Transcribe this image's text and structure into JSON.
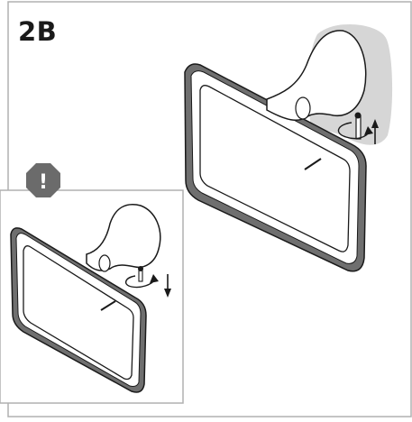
{
  "step": {
    "label": "2B"
  },
  "warning_badge": {
    "symbol": "!",
    "icon": "warning-octagon-icon"
  },
  "illustrations": {
    "main": {
      "description_icon": "towel-ring-install-icon",
      "arrow_direction": "up"
    },
    "inset": {
      "description_icon": "towel-ring-install-icon",
      "arrow_direction": "down"
    }
  },
  "colors": {
    "frame": "#6f6f6f",
    "wall_shading": "#d6d6d6",
    "badge": "#6b6b6b",
    "outline": "#1a1a1a"
  }
}
